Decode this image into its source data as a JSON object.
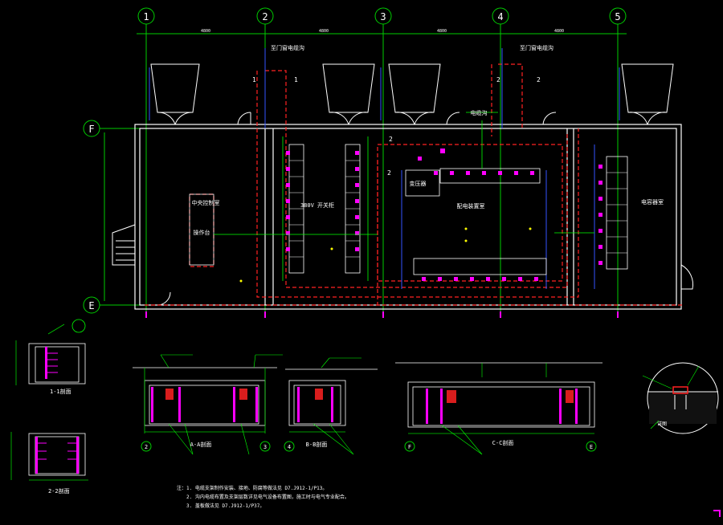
{
  "drawing": {
    "grid_labels_top": [
      "1",
      "2",
      "3",
      "4",
      "5"
    ],
    "grid_labels_side": [
      "F",
      "E"
    ],
    "top_dims": [
      "4800",
      "4800",
      "4800",
      "4800"
    ],
    "rooms": {
      "left_room": "中央控制室",
      "left_cabinet": "操作台",
      "room_380v": "380V 开关柜",
      "center_room": "配电装置室",
      "transformer_box": "变压器",
      "right_room": "电容器室"
    },
    "cable_notes": {
      "top_label_1": "至门窗电缆沟",
      "top_label_2": "至门窗电缆沟",
      "center_callout": "电缆沟"
    },
    "section_refs": {
      "a1": "1",
      "a1b": "1",
      "a2": "2",
      "a2b": "2",
      "a3": "2",
      "a4": "2"
    },
    "details": {
      "section_1_1": "1-1剖面",
      "section_2_2": "2-2剖面",
      "section_a": "A-A剖面",
      "section_b": "B-B剖面",
      "section_c": "C-C剖面",
      "det_note": "详图",
      "axis_bottom": [
        "2",
        "3",
        "4",
        "F",
        "E"
      ]
    },
    "notes": [
      "注：1. 电缆支架制作安装、接地、防腐等做法见 D7.J912-1/P13。",
      "2. 沟内电缆布置及支架层数详见电气设备布置图，施工时与电气专业配合。",
      "3. 盖板做法见 D7.J912-1/P37。"
    ]
  },
  "colors": {
    "wall": "#ffffff",
    "axis": "#00cc00",
    "blue": "#3355ff",
    "red": "#ff2222",
    "magenta": "#ff00ff",
    "yellow": "#ffff00",
    "cyan": "#00ffff",
    "green": "#00ff00"
  }
}
